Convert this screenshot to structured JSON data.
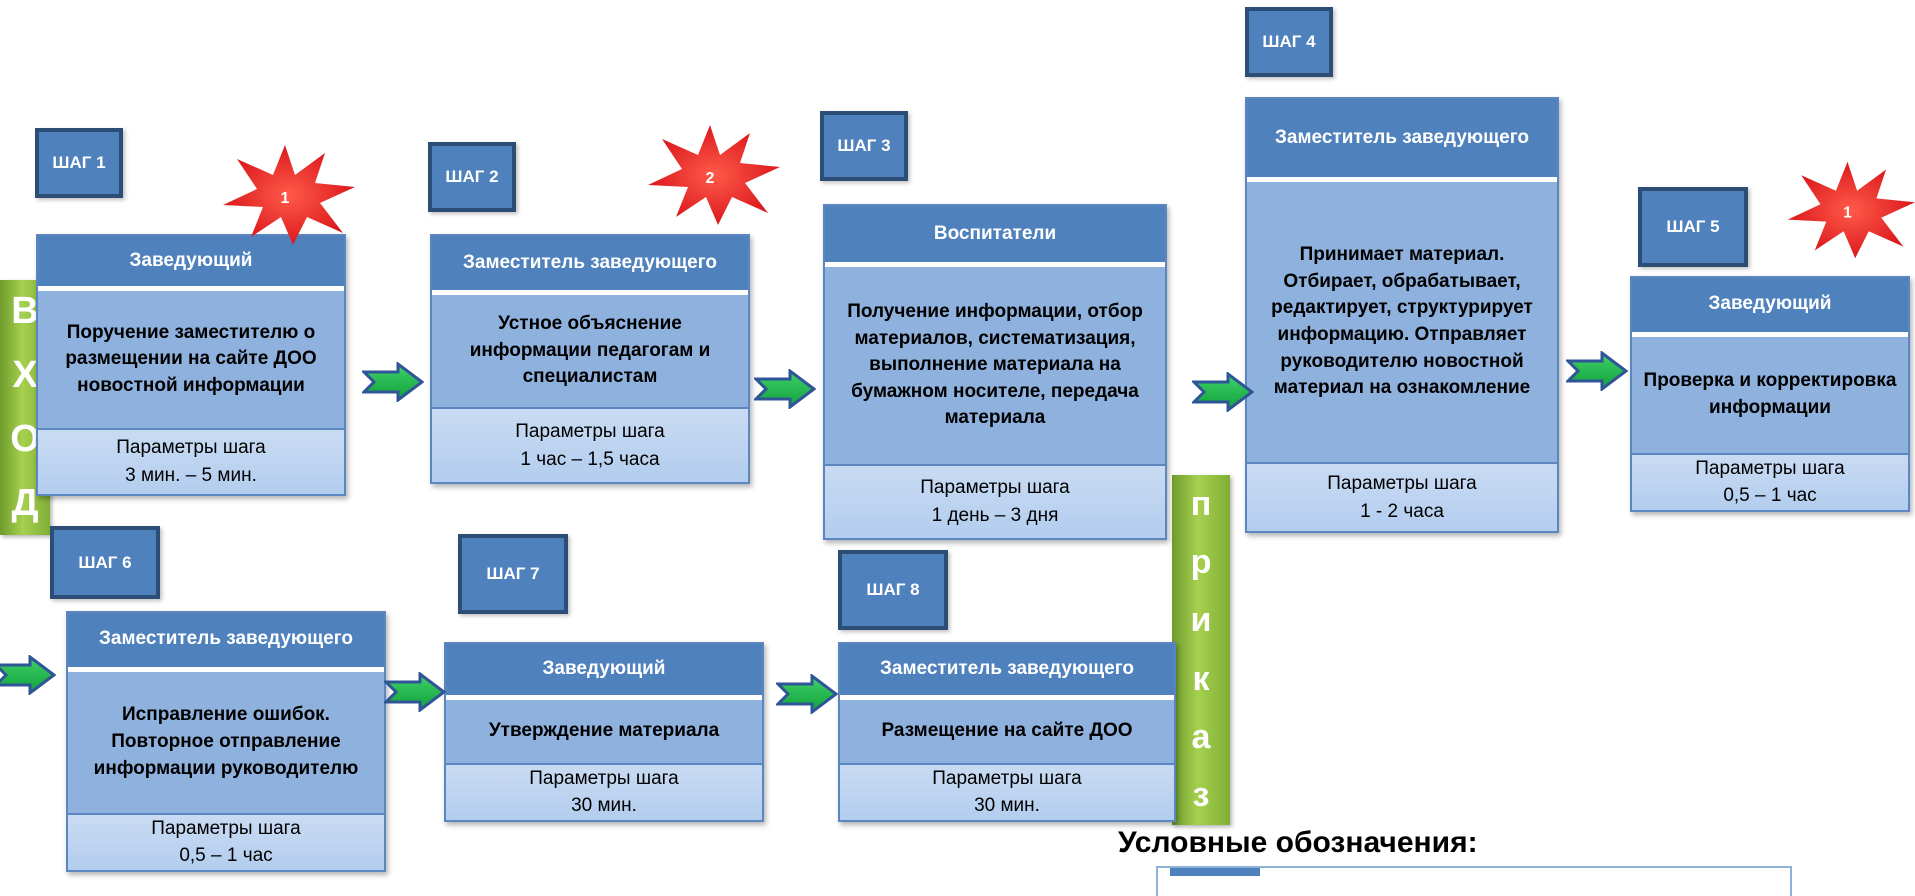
{
  "entry_label": [
    "В",
    "Х",
    "О",
    "Д"
  ],
  "order_label": [
    "п",
    "р",
    "и",
    "к",
    "а",
    "з"
  ],
  "steps": [
    {
      "tag": "ШАГ 1",
      "role": "Заведующий",
      "desc": "Поручение заместителю о размещении на сайте ДОО новостной информации",
      "params_title": "Параметры шага",
      "params_value": "3 мин. –   5 мин.",
      "star": "1"
    },
    {
      "tag": "ШАГ 2",
      "role": "Заместитель заведующего",
      "desc": "Устное объяснение информации педагогам и специалистам",
      "params_title": "Параметры шага",
      "params_value": "1  час –  1,5 часа",
      "star": "2"
    },
    {
      "tag": "ШАГ 3",
      "role": "Воспитатели",
      "desc": "Получение информации, отбор материалов, систематизация, выполнение материала на бумажном носителе, передача материала",
      "params_title": "Параметры шага",
      "params_value": "1  день –  3  дня"
    },
    {
      "tag": "ШАГ 4",
      "role": "Заместитель заведующего",
      "desc": "Принимает материал. Отбирает, обрабатывает, редактирует, структурирует информацию. Отправляет руководителю новостной материал на ознакомление",
      "params_title": "Параметры шага",
      "params_value": "1 - 2 часа"
    },
    {
      "tag": "ШАГ 5",
      "role": "Заведующий",
      "desc": "Проверка и корректировка информации",
      "params_title": "Параметры шага",
      "params_value": "0,5 – 1 час",
      "star": "1"
    },
    {
      "tag": "ШАГ 6",
      "role": "Заместитель заведующего",
      "desc": "Исправление ошибок. Повторное отправление информации руководителю",
      "params_title": "Параметры шага",
      "params_value": "0,5 – 1 час"
    },
    {
      "tag": "ШАГ 7",
      "role": "Заведующий",
      "desc": "Утверждение материала",
      "params_title": "Параметры шага",
      "params_value": "30 мин."
    },
    {
      "tag": "ШАГ 8",
      "role": "Заместитель  заведующего",
      "desc": "Размещение на сайте ДОО",
      "params_title": "Параметры шага",
      "params_value": "30 мин."
    }
  ],
  "legend": {
    "title": "Условные обозначения:"
  },
  "colors": {
    "role_bg": "#4f81bd",
    "desc_bg": "#8eb1dd",
    "params_bg": "#c9dbf3",
    "star": "#e8121b",
    "arrow_green": "#22b14c",
    "arrow_blue": "#2f5597",
    "bar_green": "#8fbc3f"
  }
}
